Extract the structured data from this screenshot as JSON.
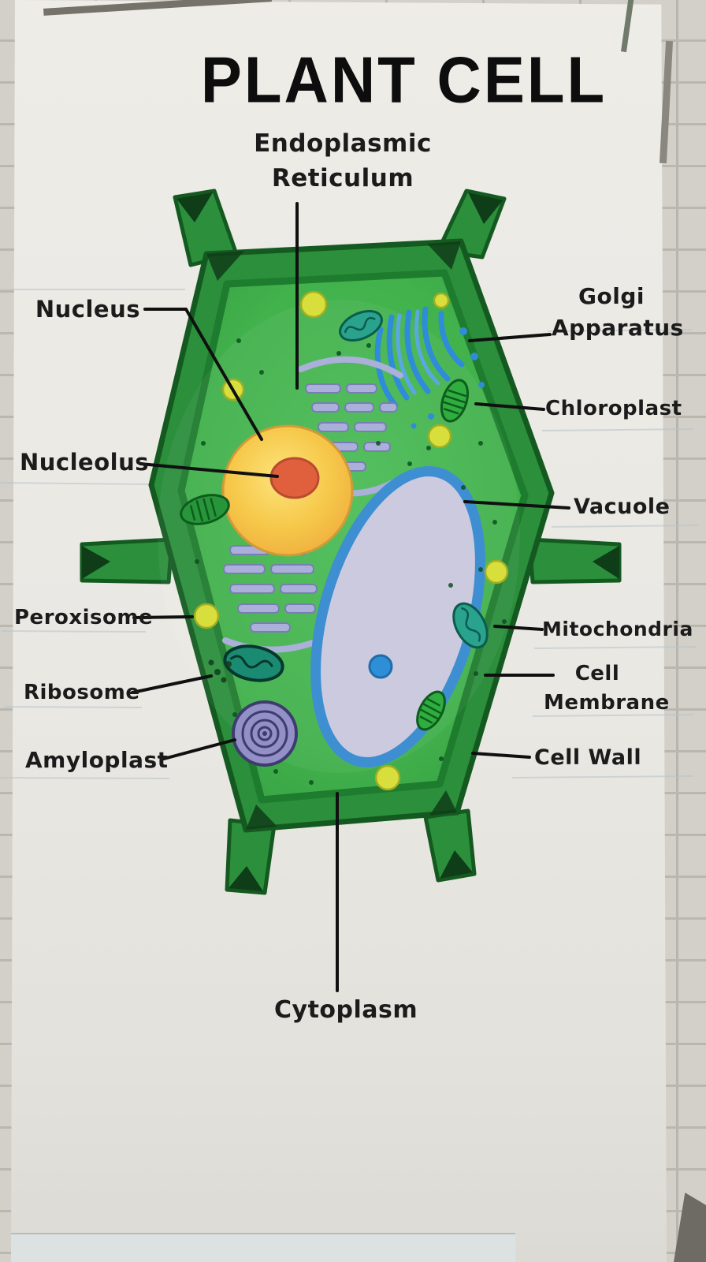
{
  "poster": {
    "title": "PLANT CELL",
    "labels": [
      {
        "id": "endoplasmic-reticulum",
        "text": "Endoplasmic\nReticulum"
      },
      {
        "id": "nucleus",
        "text": "Nucleus"
      },
      {
        "id": "nucleolus",
        "text": "Nucleolus"
      },
      {
        "id": "peroxisome",
        "text": "Peroxisome"
      },
      {
        "id": "ribosome",
        "text": "Ribosome"
      },
      {
        "id": "amyloplast",
        "text": "Amyloplast"
      },
      {
        "id": "golgi-apparatus",
        "text": "Golgi\nApparatus"
      },
      {
        "id": "chloroplast",
        "text": "Chloroplast"
      },
      {
        "id": "vacuole",
        "text": "Vacuole"
      },
      {
        "id": "mitochondria",
        "text": "Mitochondria"
      },
      {
        "id": "cell-membrane",
        "text": "Cell\nMembrane"
      },
      {
        "id": "cell-wall",
        "text": "Cell Wall"
      },
      {
        "id": "cytoplasm",
        "text": "Cytoplasm"
      }
    ],
    "colors": {
      "cell_wall": "#2b8f3c",
      "cell_wall_outline": "#145a20",
      "cytoplasm": "#3fb04a",
      "cell_membrane": "#1e7c2e",
      "nucleus": "#f6c84a",
      "nucleolus": "#e0603e",
      "vacuole_fill": "#cccadf",
      "vacuole_border": "#3e8ed2",
      "golgi_blue": "#2f8cd8",
      "er_lavender": "#aab0d9",
      "mitochondria_teal": "#2aa38e",
      "chloroplast_green": "#2fae3f",
      "peroxisome_yellow": "#d8df3d",
      "amyloplast_purple": "#9390c8",
      "label_ink": "#1b1b1b"
    }
  }
}
